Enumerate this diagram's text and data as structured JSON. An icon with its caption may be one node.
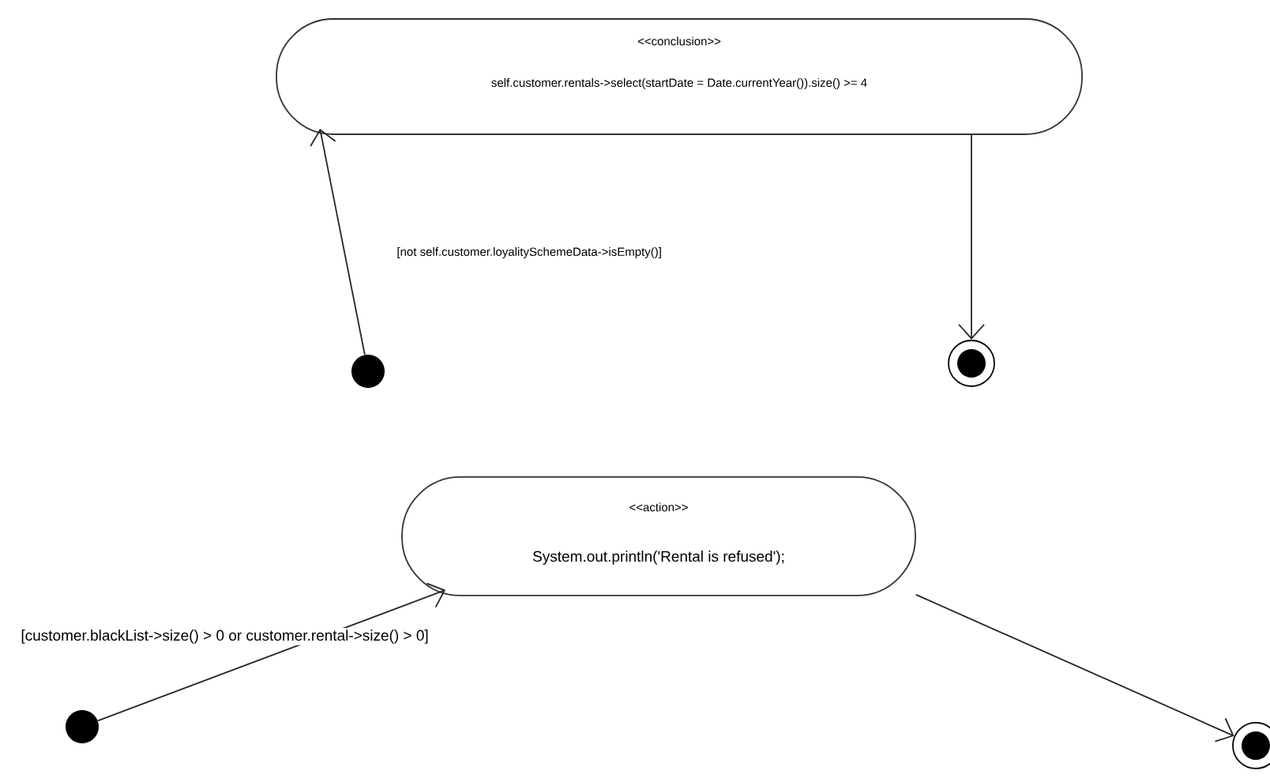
{
  "diagram": {
    "nodes": [
      {
        "text": [
          "<<conclusion>>",
          "self.customer.rentals->select(startDate = Date.currentYear()).size() >= 4"
        ]
      },
      {
        "text": [],
        "shape": "circle"
      },
      {
        "text": [],
        "shape": "circle"
      },
      {
        "text": [
          "<<action>>",
          "System.out.println('Rental is refused');"
        ]
      },
      {
        "text": [],
        "shape": "circle"
      },
      {
        "text": [],
        "shape": "circle"
      }
    ],
    "edges": [
      {
        "from": 1,
        "to": 0,
        "arrow": "to",
        "label": "[not self.customer.loyalitySchemeData->isEmpty()]"
      },
      {
        "from": 0,
        "to": 2,
        "arrow": "to"
      },
      {
        "from": 4,
        "to": 3,
        "arrow": "to",
        "label": "[customer.blackList->size() > 0 or customer.rental->size() > 0]"
      },
      {
        "from": 3,
        "to": 5,
        "arrow": "to"
      }
    ]
  }
}
